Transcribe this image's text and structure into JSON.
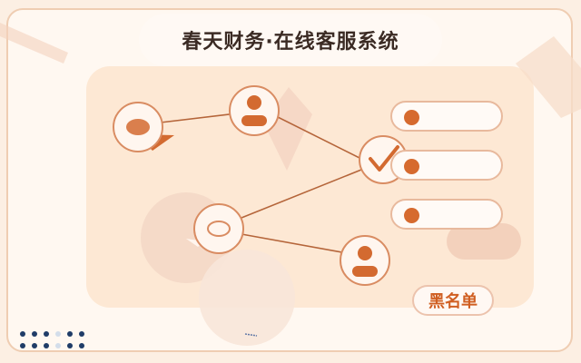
{
  "app": {
    "title": "春天财务·在线客服系统"
  },
  "list_items": [
    {
      "id": 1
    },
    {
      "id": 2
    },
    {
      "id": 3
    }
  ],
  "buttons": {
    "blacklist_label": "黑名单"
  },
  "colors": {
    "accent": "#d66a2e",
    "background": "#fcefe3",
    "panel": "#fde8d4",
    "pale_circle": "#f1d6c4",
    "title_text": "#3b2b24",
    "dot_navy": "#1f3c67"
  },
  "icons": {
    "user_avatar": "user-avatar-icon",
    "check": "checkmark-icon",
    "chat": "speech-bubble-icon"
  }
}
